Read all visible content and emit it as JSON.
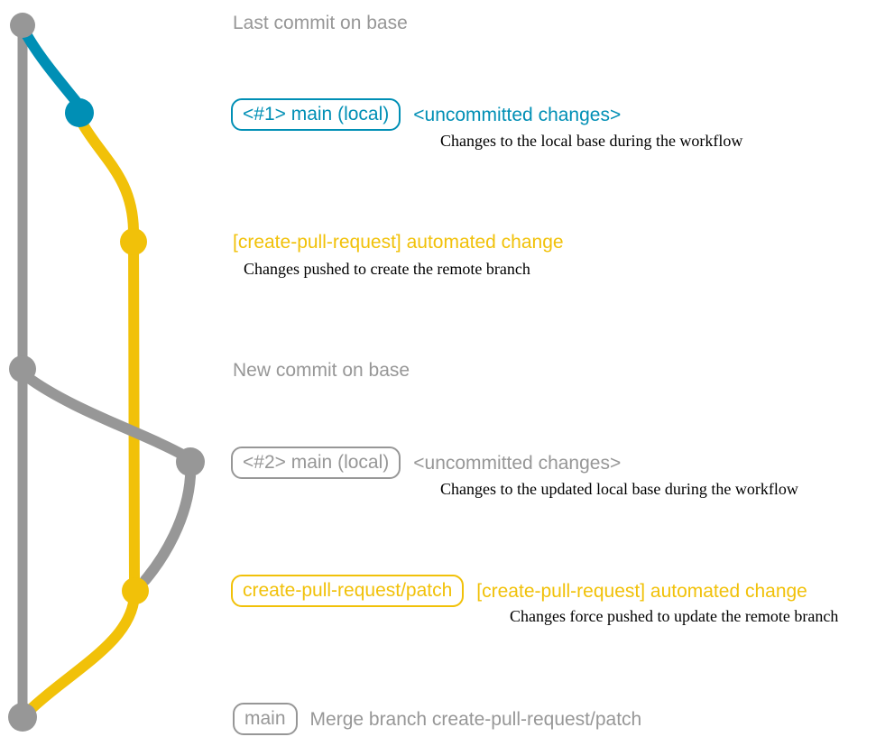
{
  "colors": {
    "gray": "#979797",
    "blue": "#008fb5",
    "yellow": "#f1c109",
    "description_text": "#000000",
    "background": "#ffffff"
  },
  "rows": {
    "last_commit": {
      "message": "Last commit on base"
    },
    "local1": {
      "branch_label": "<#1> main (local)",
      "message": "<uncommitted changes>",
      "description": "Changes to the local base during the workflow"
    },
    "cpr1": {
      "message": "[create-pull-request] automated change",
      "description": "Changes pushed to create the remote branch"
    },
    "new_commit": {
      "message": "New commit on base"
    },
    "local2": {
      "branch_label": "<#2> main (local)",
      "message": "<uncommitted changes>",
      "description": "Changes to the updated local base during the workflow"
    },
    "cpr2": {
      "branch_label": "create-pull-request/patch",
      "message": "[create-pull-request] automated change",
      "description": "Changes force pushed to update the remote branch"
    },
    "merge": {
      "branch_label": "main",
      "message": "Merge branch create-pull-request/patch"
    }
  }
}
